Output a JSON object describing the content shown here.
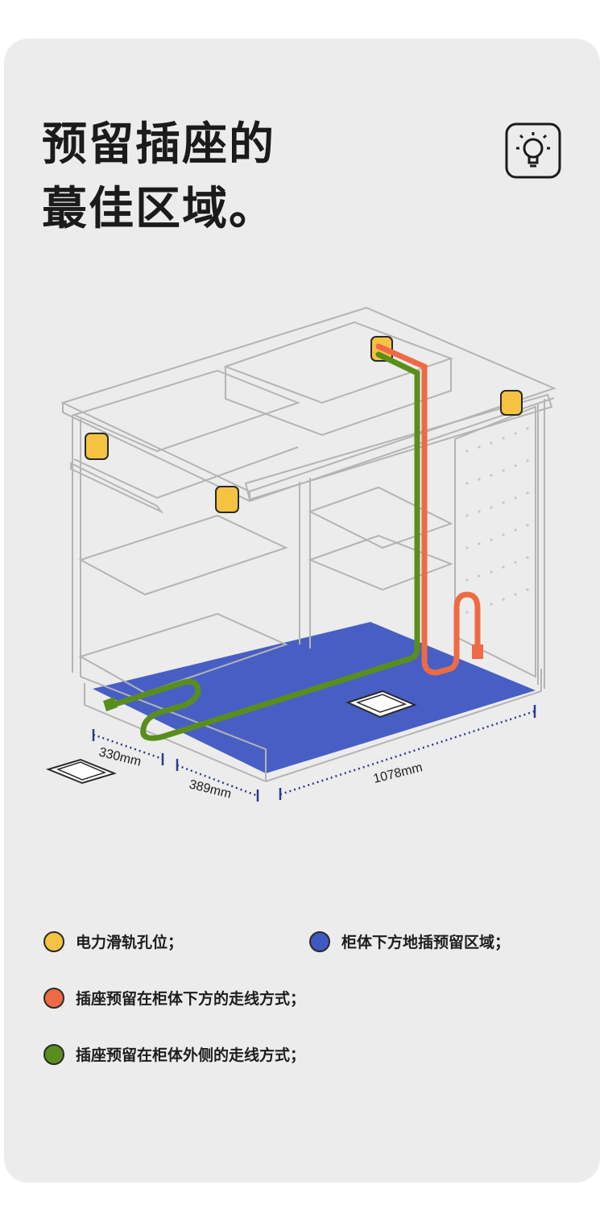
{
  "title": {
    "line1": "预留插座的",
    "line2": "蕞佳区域。"
  },
  "icon": "lightbulb-icon",
  "dimensions": {
    "depth_front": "330mm",
    "depth_side": "389mm",
    "width": "1078mm"
  },
  "colors": {
    "rail_socket": "#f5c242",
    "floor_area": "#3f58c2",
    "under_route": "#ee6a45",
    "outside_route": "#5a8e1c",
    "line": "#b4b4b4",
    "dim_line": "#2d3a8c"
  },
  "legend": [
    {
      "label": "电力滑轨孔位；",
      "color": "#f5c242"
    },
    {
      "label": "柜体下方地插预留区域；",
      "color": "#3f58c2"
    },
    {
      "label": "插座预留在柜体下方的走线方式；",
      "color": "#ee6a45"
    },
    {
      "label": "插座预留在柜体外侧的走线方式；",
      "color": "#5a8e1c"
    }
  ]
}
